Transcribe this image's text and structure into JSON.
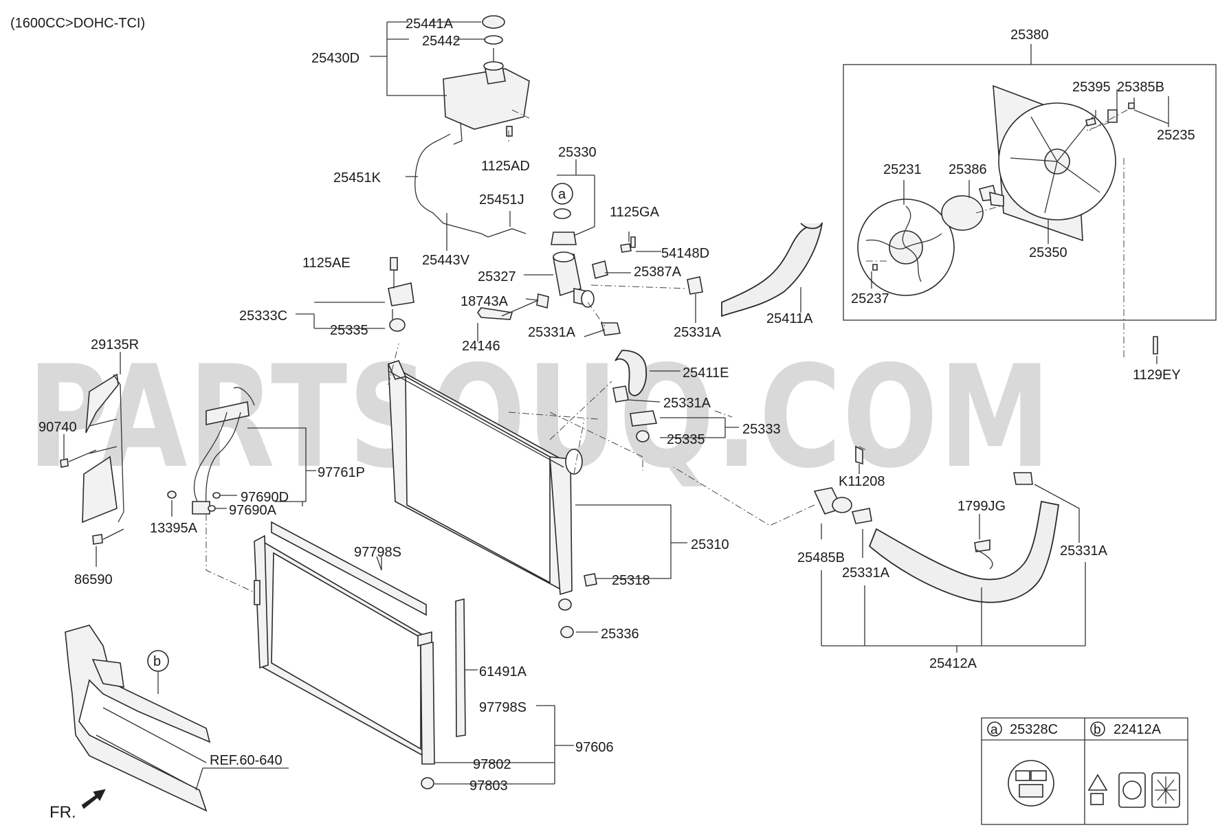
{
  "header": {
    "engine_spec": "(1600CC>DOHC-TCI)"
  },
  "watermark": "PARTSOUQ.COM",
  "front_label": "FR.",
  "reference": "REF.60-640",
  "callouts": {
    "c_a": "a",
    "c_b": "b"
  },
  "parts": {
    "p25441A": "25441A",
    "p25442": "25442",
    "p25430D": "25430D",
    "p1125AD": "1125AD",
    "p25451K": "25451K",
    "p25330": "25330",
    "p25451J": "25451J",
    "p1125GA": "1125GA",
    "p25443V": "25443V",
    "p54148D": "54148D",
    "p1125AE": "1125AE",
    "p25327": "25327",
    "p25387A": "25387A",
    "p18743A": "18743A",
    "p25333C": "25333C",
    "p25335_top": "25335",
    "p24146": "24146",
    "p25331A_1": "25331A",
    "p25331A_2": "25331A",
    "p25411A": "25411A",
    "p25411E": "25411E",
    "p29135R": "29135R",
    "p25331A_3": "25331A",
    "p25333": "25333",
    "p25335_mid": "25335",
    "p90740": "90740",
    "p97761P": "97761P",
    "p97690D": "97690D",
    "p97690A": "97690A",
    "p13395A": "13395A",
    "p86590": "86590",
    "pK11208": "K11208",
    "p1799JG": "1799JG",
    "p25331A_4": "25331A",
    "p25485B": "25485B",
    "p25331A_5": "25331A",
    "p25310": "25310",
    "p97798S_1": "97798S",
    "p25318": "25318",
    "p25336": "25336",
    "p61491A": "61491A",
    "p97798S_2": "97798S",
    "p97606": "97606",
    "p97802": "97802",
    "p97803": "97803",
    "p25412A": "25412A",
    "p25380": "25380",
    "p25395": "25395",
    "p25385B": "25385B",
    "p25235": "25235",
    "p25231": "25231",
    "p25386": "25386",
    "p25350": "25350",
    "p25237": "25237",
    "p1129EY": "1129EY"
  },
  "legend": {
    "a_key": "a",
    "a_part": "25328C",
    "b_key": "b",
    "b_part": "22412A"
  }
}
